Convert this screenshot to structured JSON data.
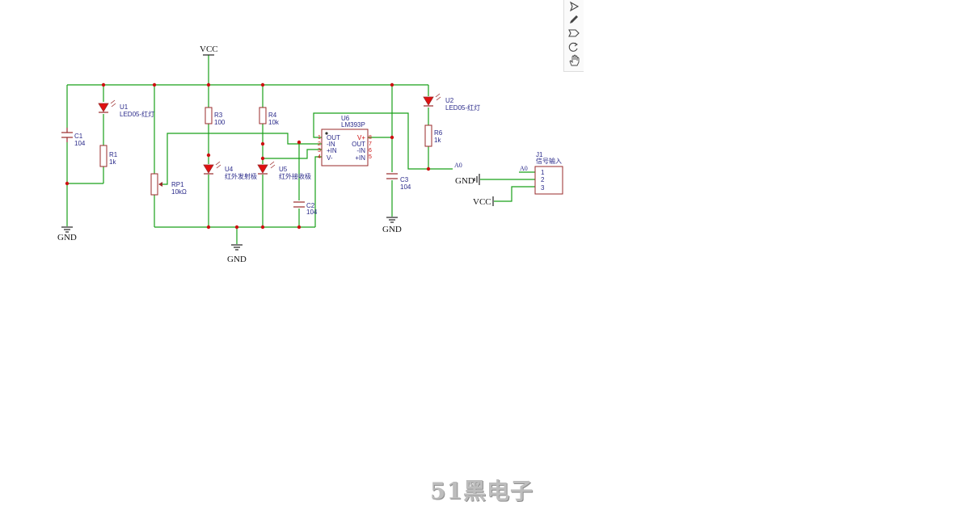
{
  "schematic": {
    "vcc_labels": [
      "VCC",
      "VCC"
    ],
    "gnd_labels": [
      "GND",
      "GND",
      "GND",
      "GND"
    ],
    "net_a0": [
      "A0",
      "A0"
    ],
    "components": {
      "c1": {
        "ref": "C1",
        "value": "104"
      },
      "u1": {
        "ref": "U1",
        "value": "LED05-红灯"
      },
      "r1": {
        "ref": "R1",
        "value": "1k"
      },
      "rp1": {
        "ref": "RP1",
        "value": "10kΩ"
      },
      "r3": {
        "ref": "R3",
        "value": "100"
      },
      "r4": {
        "ref": "R4",
        "value": "10k"
      },
      "u4": {
        "ref": "U4",
        "value": "红外发射极"
      },
      "u5": {
        "ref": "U5",
        "value": "红外接收极"
      },
      "c2": {
        "ref": "C2",
        "value": "104"
      },
      "u6": {
        "ref": "U6",
        "value": "LM393P"
      },
      "c3": {
        "ref": "C3",
        "value": "104"
      },
      "u2": {
        "ref": "U2",
        "value": "LED05-红灯"
      },
      "r6": {
        "ref": "R6",
        "value": "1k"
      },
      "j1": {
        "ref": "J1",
        "value": "信号输入"
      }
    },
    "u6_left_pins": [
      {
        "num": "1",
        "name": "OUT"
      },
      {
        "num": "2",
        "name": "-IN"
      },
      {
        "num": "3",
        "name": "+IN"
      },
      {
        "num": "4",
        "name": "V-"
      }
    ],
    "u6_right_pins": [
      {
        "num": "8",
        "name": "V+"
      },
      {
        "num": "7",
        "name": "OUT"
      },
      {
        "num": "6",
        "name": "-IN"
      },
      {
        "num": "5",
        "name": "+IN"
      }
    ],
    "j1_pins": [
      "1",
      "2",
      "3"
    ]
  },
  "toolbar": {
    "icons": [
      "pointer-icon",
      "pencil-icon",
      "tag-icon",
      "refresh-icon",
      "hand-icon"
    ]
  },
  "watermark": "51黑电子",
  "colors": {
    "wire": "#19a019",
    "part": "#9a2a2a",
    "led": "#e01010",
    "label": "#2a2a8a"
  }
}
